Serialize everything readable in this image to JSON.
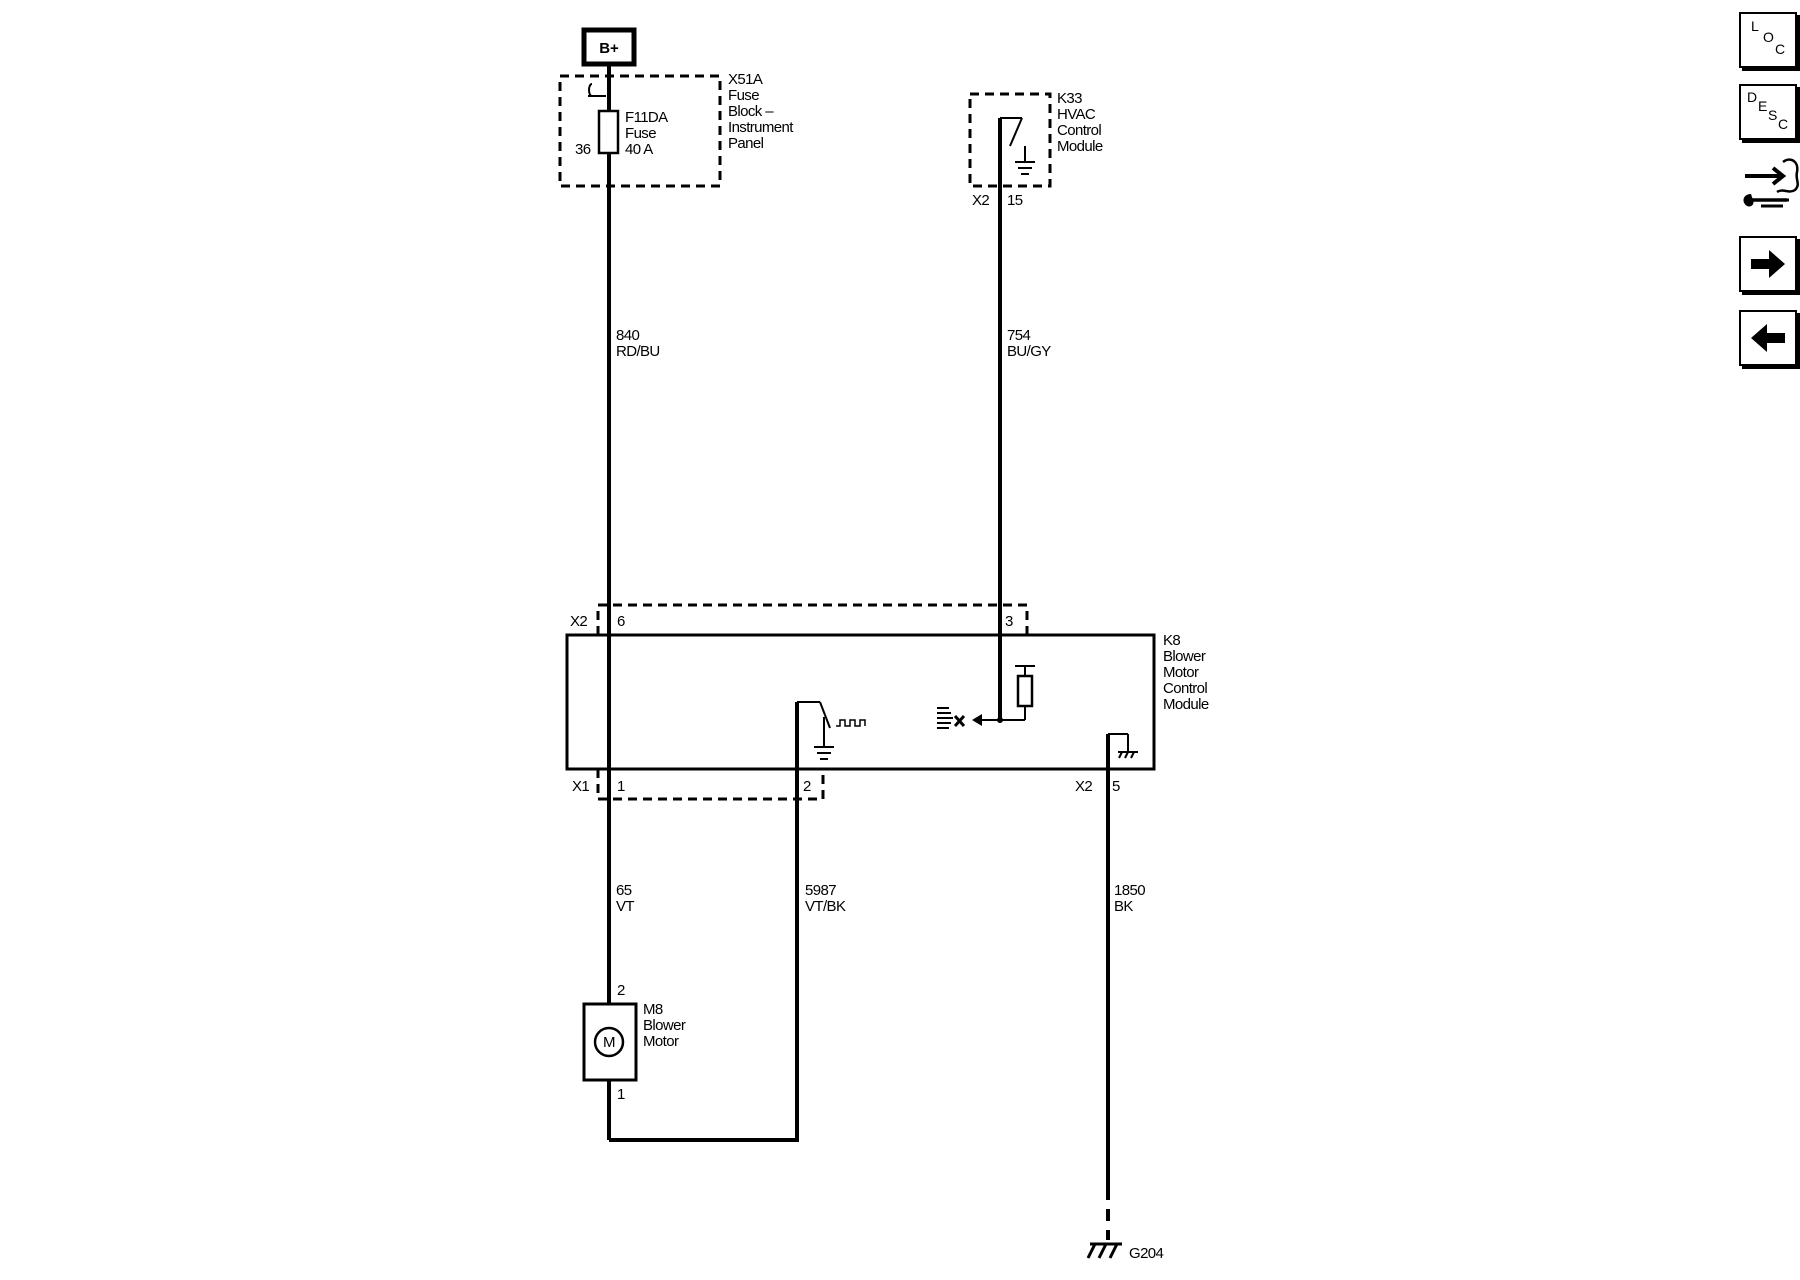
{
  "power_source": {
    "label": "B+"
  },
  "fuse_block": {
    "id": "X51A",
    "name_lines": [
      "Fuse",
      "Block –",
      "Instrument",
      "Panel"
    ],
    "fuse_id": "F11DA",
    "fuse_word": "Fuse",
    "fuse_rating": "40 A",
    "pin": "36"
  },
  "hvac_module": {
    "id": "K33",
    "name_lines": [
      "HVAC",
      "Control",
      "Module"
    ],
    "connector": "X2",
    "pin": "15"
  },
  "blower_control_module": {
    "id": "K8",
    "name_lines": [
      "Blower",
      "Motor",
      "Control",
      "Module"
    ],
    "top_connector": "X2",
    "top_pin_a": "6",
    "top_pin_b": "3",
    "bottom_connector_left": "X1",
    "bottom_pin_1": "1",
    "bottom_pin_2": "2",
    "bottom_connector_right": "X2",
    "bottom_pin_5": "5"
  },
  "wires": {
    "w840": {
      "circuit": "840",
      "color": "RD/BU"
    },
    "w754": {
      "circuit": "754",
      "color": "BU/GY"
    },
    "w65": {
      "circuit": "65",
      "color": "VT"
    },
    "w5987": {
      "circuit": "5987",
      "color": "VT/BK"
    },
    "w1850": {
      "circuit": "1850",
      "color": "BK"
    }
  },
  "blower_motor": {
    "id": "M8",
    "name_lines": [
      "Blower",
      "Motor"
    ],
    "symbol": "M",
    "pin_top": "2",
    "pin_bottom": "1"
  },
  "ground": {
    "id": "G204"
  },
  "nav": {
    "loc": {
      "l": "L",
      "o": "O",
      "c": "C",
      "icon": "loc-icon"
    },
    "desc": {
      "d": "D",
      "e": "E",
      "s": "S",
      "c": "C",
      "icon": "desc-icon"
    },
    "connector_icon": "connector-wrench-icon",
    "next_icon": "arrow-right-icon",
    "prev_icon": "arrow-left-icon"
  },
  "colors": {
    "line": "#000000",
    "background": "#ffffff"
  }
}
